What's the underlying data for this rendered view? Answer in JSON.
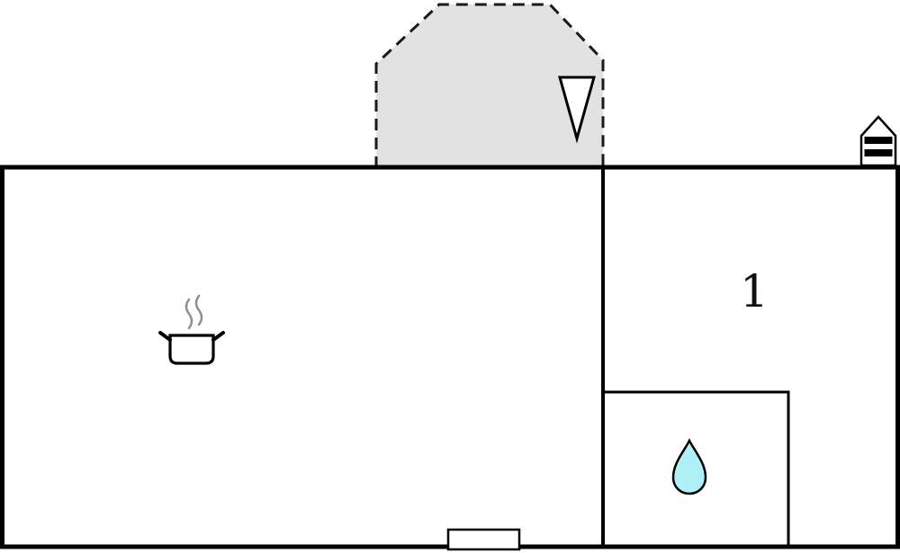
{
  "rooms": [
    {
      "number": "1"
    }
  ],
  "icons": [
    "terrace-area",
    "entrance-arrow-icon",
    "chimney-icon",
    "cooking-pot-icon",
    "steam-icon",
    "water-drop-icon",
    "window-marker"
  ],
  "colors": {
    "background": "#ffffff",
    "wall": "#000000",
    "line": "#1a1a1a",
    "terrace_fill": "#e2e2e2",
    "steam": "#8f8f8f",
    "water_drop": "#aff0f6"
  }
}
